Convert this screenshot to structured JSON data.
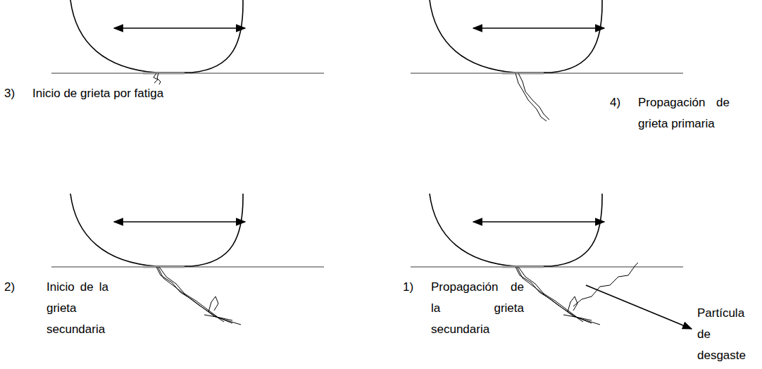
{
  "diagram": {
    "labels": [
      "3)",
      "Inicio de grieta por fatiga",
      "4)",
      "Propagación de grieta primaria",
      "2)",
      "Inicio de la grieta secundaria",
      "1)",
      "Propagación de la grieta secundaria",
      "Partícula de desgaste"
    ]
  }
}
